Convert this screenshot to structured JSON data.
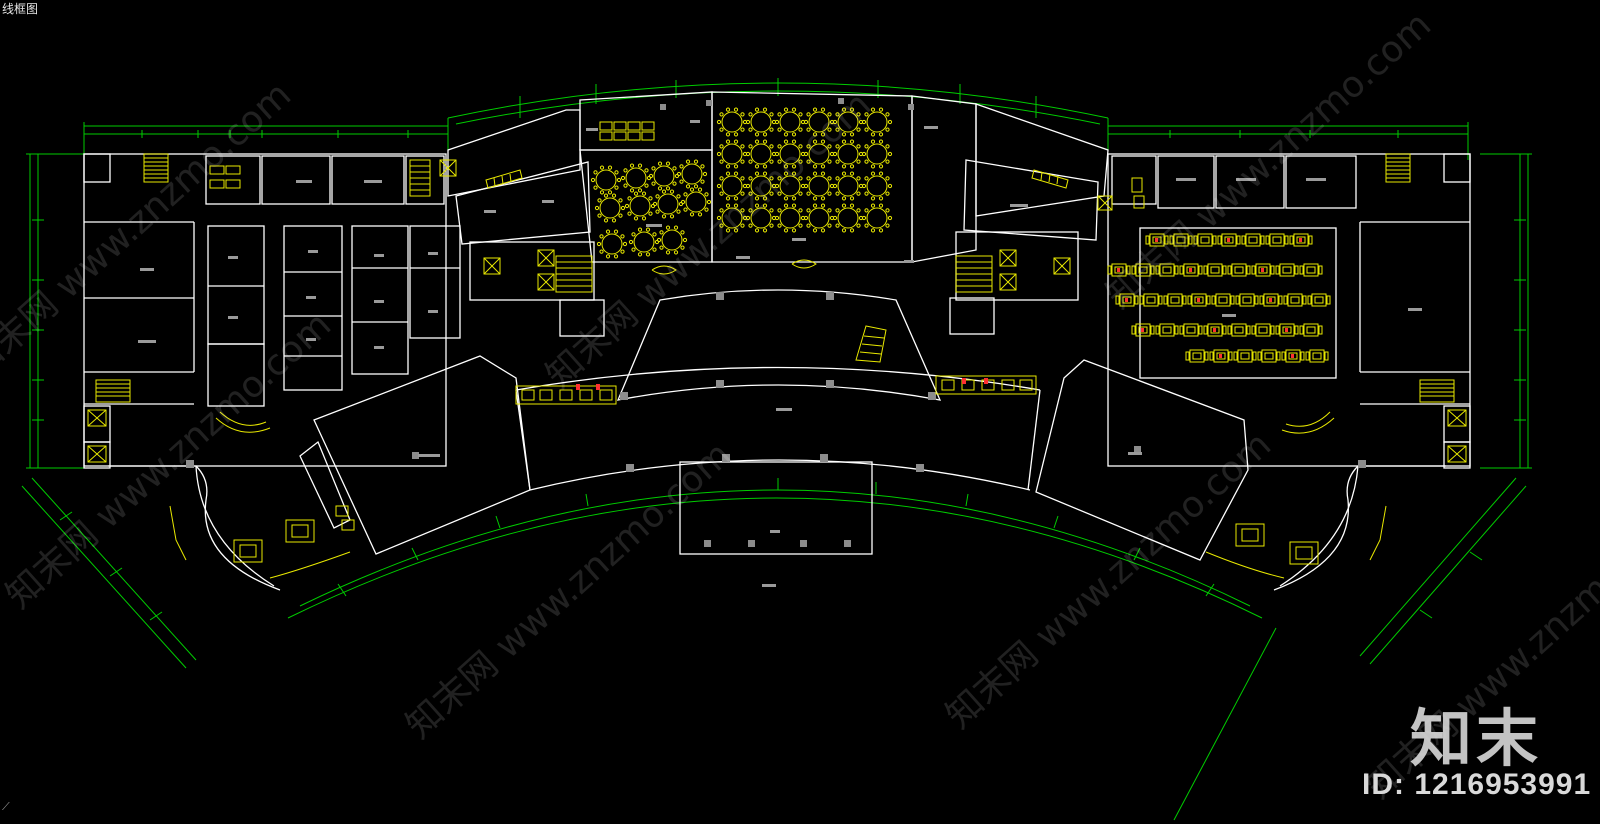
{
  "app": {
    "tab_title": "线框图"
  },
  "watermark": {
    "site_text": "知末网 www.znzmo.com",
    "brand_text": "知末",
    "id_text": "ID: 1216953991"
  },
  "colors": {
    "background": "#000000",
    "wall": "#ffffff",
    "furniture": "#e8e800",
    "dimension": "#00cc00",
    "accent": "#ff3030"
  },
  "icons": {
    "ucs": "ucs-axis-icon"
  }
}
